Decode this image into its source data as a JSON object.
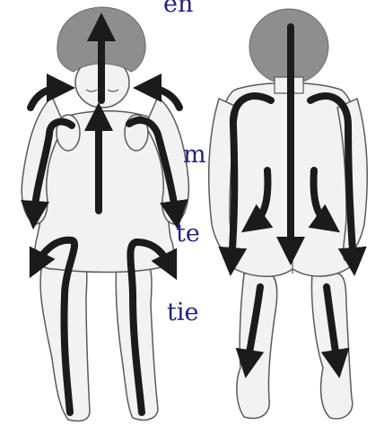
{
  "edge_text": [
    "en",
    "m",
    "te",
    "tie"
  ],
  "colors": {
    "text": "#1f1f8a",
    "hair": "#8e8e8e",
    "skin": "#f2f2f2",
    "outline": "#5a5a5a",
    "arrow": "#1b1b1b"
  }
}
